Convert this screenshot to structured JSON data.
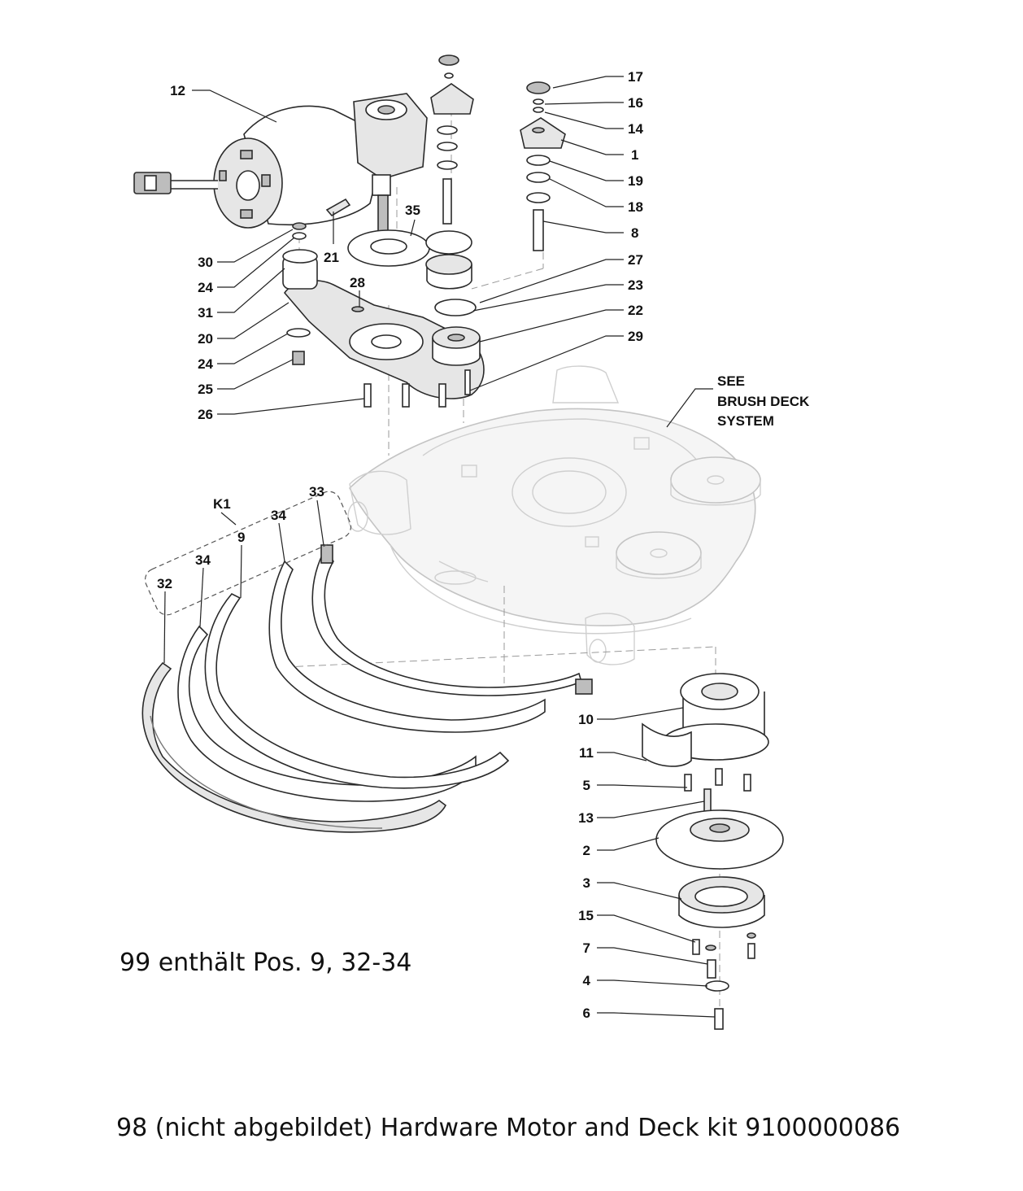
{
  "callouts": {
    "p12": "12",
    "p17": "17",
    "p16": "16",
    "p14": "14",
    "p1": "1",
    "p19": "19",
    "p18": "18",
    "p8": "8",
    "p35": "35",
    "p21": "21",
    "p30": "30",
    "p24a": "24",
    "p31": "31",
    "p28": "28",
    "p27": "27",
    "p23": "23",
    "p20": "20",
    "p22": "22",
    "p24b": "24",
    "p29": "29",
    "p25": "25",
    "p26": "26",
    "k1": "K1",
    "p33": "33",
    "p34a": "34",
    "p9": "9",
    "p34b": "34",
    "p32": "32",
    "p10": "10",
    "p11": "11",
    "p5": "5",
    "p13": "13",
    "p2": "2",
    "p3": "3",
    "p15": "15",
    "p7": "7",
    "p4": "4",
    "p6": "6"
  },
  "see_note": {
    "line1": "SEE",
    "line2": "BRUSH DECK",
    "line3": "SYSTEM"
  },
  "notes": {
    "kit_99": "99 enthält Pos. 9, 32-34",
    "kit_98": "98 (nicht abgebildet) Hardware Motor and Deck kit 9100000086"
  }
}
